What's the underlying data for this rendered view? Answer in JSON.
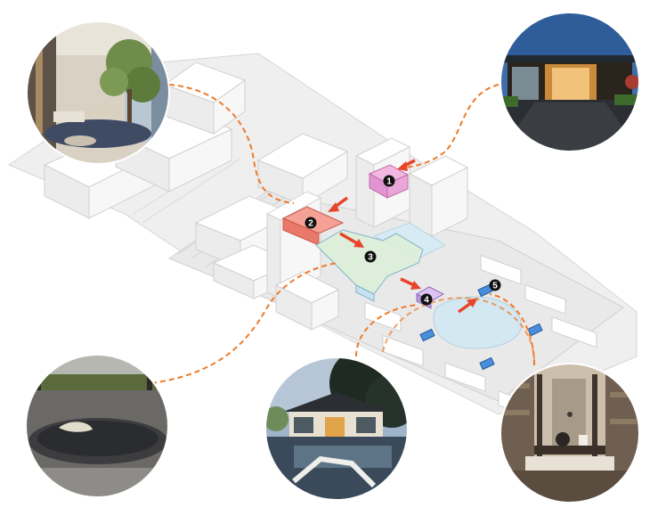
{
  "diagram": {
    "markers": [
      {
        "label": "1",
        "color": "#e8a3d6"
      },
      {
        "label": "2",
        "color": "#ef7a6c"
      },
      {
        "label": "3",
        "color": "#cfe9f2"
      },
      {
        "label": "4",
        "color": "#c9a9e8"
      },
      {
        "label": "5",
        "color": "#3d83d1"
      }
    ],
    "photos": [
      {
        "subject": "lobby-interior"
      },
      {
        "subject": "entrance-night"
      },
      {
        "subject": "reflecting-pool"
      },
      {
        "subject": "courtyard-pavilion"
      },
      {
        "subject": "tea-room"
      }
    ],
    "colors": {
      "path": "#ee7a2c",
      "arrow": "#e8442b",
      "building": "#f4f4f4",
      "water": "#c9e3ee"
    }
  }
}
